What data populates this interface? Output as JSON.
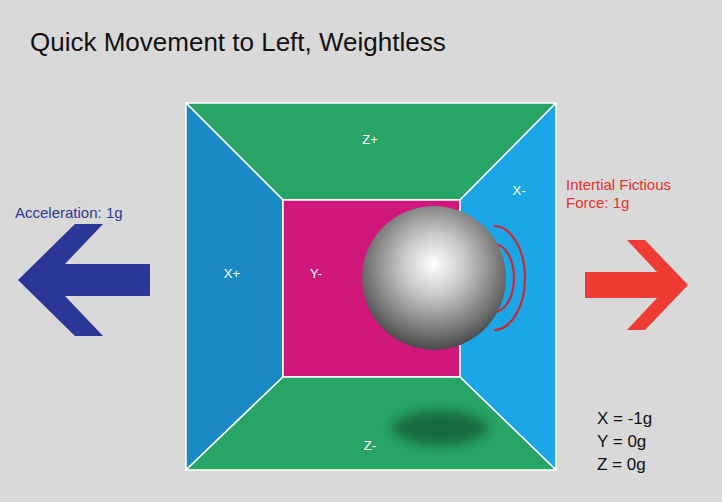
{
  "diagram": {
    "title": "Quick Movement to Left, Weightless",
    "nodes": [
      {
        "text": [
          "Z+"
        ]
      },
      {
        "text": [
          "X+"
        ]
      },
      {
        "text": [
          "Y-"
        ]
      },
      {
        "text": [
          "X-"
        ]
      },
      {
        "text": [
          "Z-"
        ]
      }
    ],
    "labels": [
      "Acceleration: 1g",
      "Intertial Fictious Force: 1g",
      "X = -1g",
      "Y = 0g",
      "Z = 0g"
    ]
  }
}
